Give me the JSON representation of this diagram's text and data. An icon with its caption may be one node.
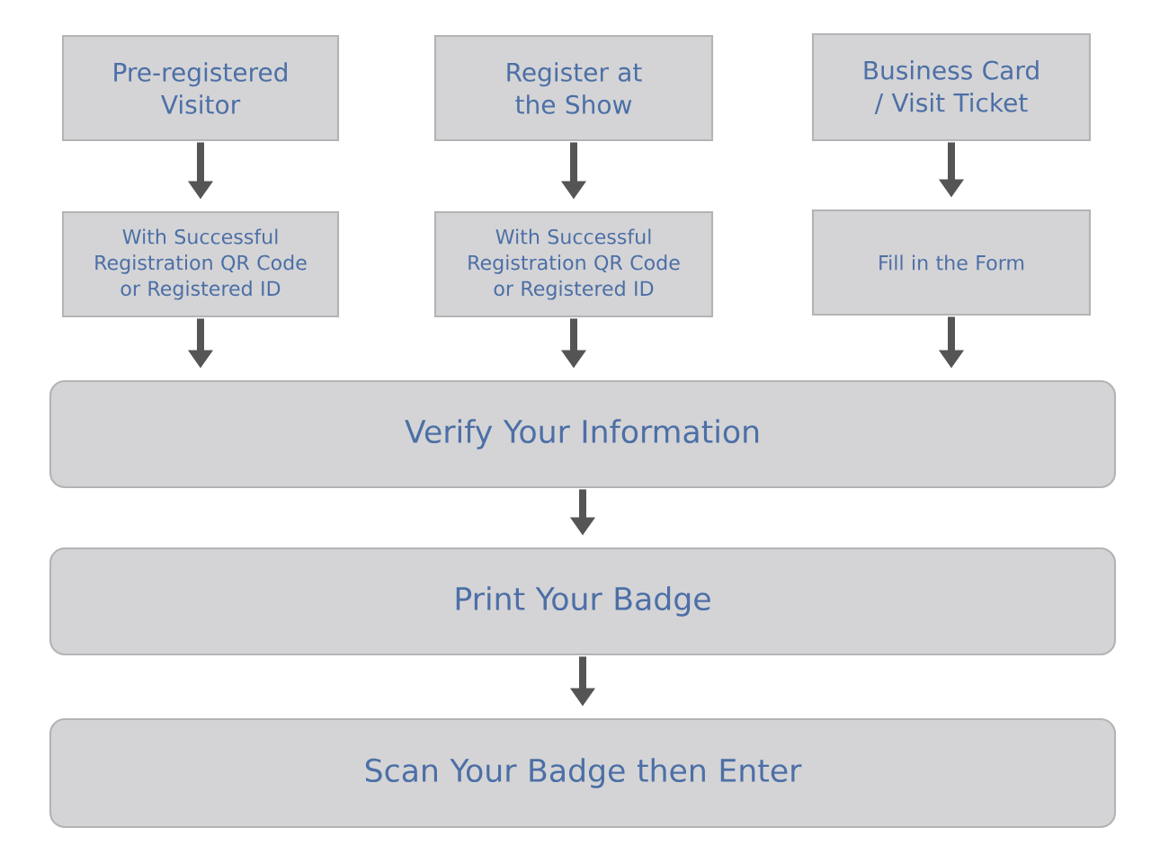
{
  "diagram": {
    "nodes": [
      {
        "text": [
          "Pre-registered Visitor"
        ]
      },
      {
        "text": [
          "Register at the Show"
        ]
      },
      {
        "text": [
          "Business Card / Visit Ticket"
        ]
      },
      {
        "text": [
          "With Successful Registration QR Code or Registered ID"
        ]
      },
      {
        "text": [
          "With Successful Registration QR Code or Registered ID"
        ]
      },
      {
        "text": [
          "Fill in the Form"
        ]
      },
      {
        "text": [
          "Verify Your Information"
        ]
      },
      {
        "text": [
          "Print Your Badge"
        ]
      },
      {
        "text": [
          "Scan Your Badge then Enter"
        ]
      }
    ],
    "edges": [
      {
        "from": 0,
        "to": 3,
        "arrow": "to"
      },
      {
        "from": 1,
        "to": 4,
        "arrow": "to"
      },
      {
        "from": 2,
        "to": 5,
        "arrow": "to"
      },
      {
        "from": 3,
        "to": 6,
        "arrow": "to"
      },
      {
        "from": 4,
        "to": 6,
        "arrow": "to"
      },
      {
        "from": 5,
        "to": 6,
        "arrow": "to"
      },
      {
        "from": 6,
        "to": 7,
        "arrow": "to"
      },
      {
        "from": 7,
        "to": 8,
        "arrow": "to"
      }
    ]
  }
}
